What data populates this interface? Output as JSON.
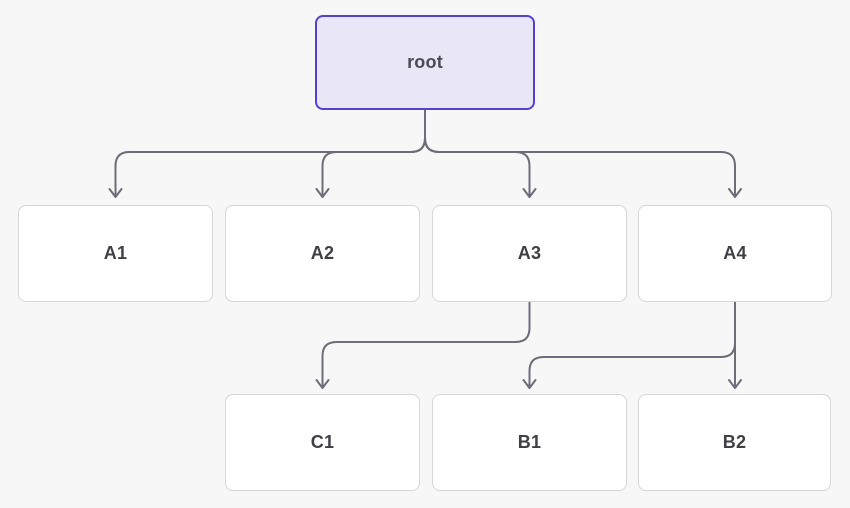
{
  "diagram": {
    "type": "tree-flowchart",
    "nodes": {
      "root": {
        "label": "root",
        "variant": "accent"
      },
      "a1": {
        "label": "A1"
      },
      "a2": {
        "label": "A2"
      },
      "a3": {
        "label": "A3"
      },
      "a4": {
        "label": "A4"
      },
      "c1": {
        "label": "C1"
      },
      "b1": {
        "label": "B1"
      },
      "b2": {
        "label": "B2"
      }
    },
    "edges": [
      {
        "from": "root",
        "to": "A1"
      },
      {
        "from": "root",
        "to": "A2"
      },
      {
        "from": "root",
        "to": "A3"
      },
      {
        "from": "root",
        "to": "A4"
      },
      {
        "from": "A3",
        "to": "C1"
      },
      {
        "from": "A4",
        "to": "B1"
      },
      {
        "from": "A4",
        "to": "B2"
      }
    ],
    "colors": {
      "background": "#f7f7f8",
      "edge": "#6d6c78",
      "node_fill": "#ffffff",
      "node_border": "#d6d6db",
      "node_text": "#3f4046",
      "root_fill": "#e9e6f8",
      "root_border": "#5442cf"
    }
  }
}
